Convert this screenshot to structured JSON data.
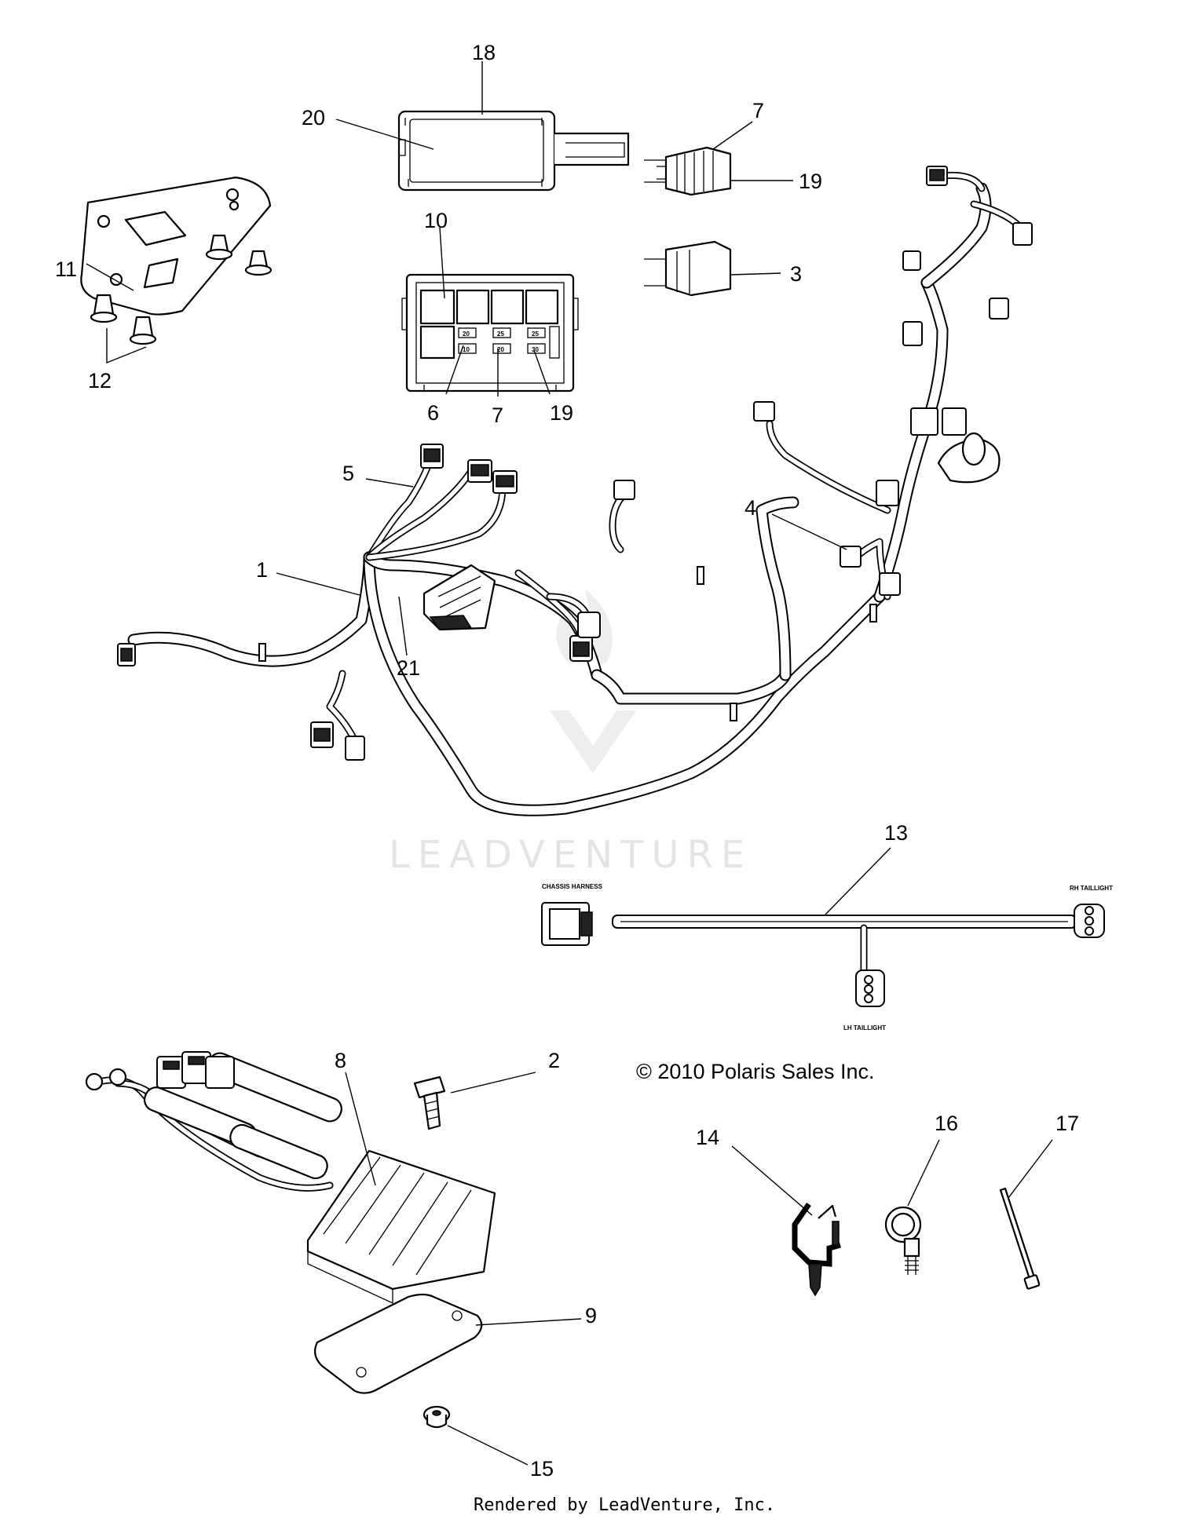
{
  "callouts": [
    "1",
    "2",
    "3",
    "4",
    "5",
    "6",
    "7",
    "8",
    "9",
    "10",
    "11",
    "12",
    "13",
    "14",
    "15",
    "16",
    "17",
    "18",
    "19",
    "20",
    "21"
  ],
  "connector_labels": {
    "chassis": "CHASSIS HARNESS",
    "rh": "RH TAILLIGHT",
    "lh": "LH TAILLIGHT"
  },
  "fuse_values": [
    "20",
    "25",
    "25",
    "10",
    "20",
    "30"
  ],
  "watermark": "LEADVENTURE",
  "copyright": "© 2010 Polaris Sales Inc.",
  "footer": "Rendered by LeadVenture, Inc."
}
